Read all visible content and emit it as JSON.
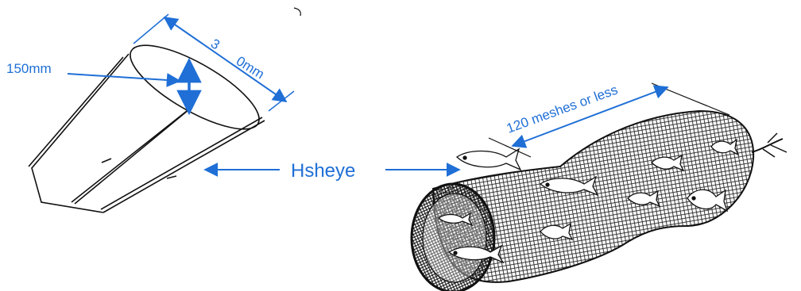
{
  "labels": {
    "dim_height": "150mm",
    "dim_length_partial": "3",
    "dim_length_unit": "0mm",
    "center": "Hsheye",
    "meshes": "120 meshes or less"
  },
  "colors": {
    "dimension": "#1f6fd6",
    "outline": "#111111",
    "net": "#222222"
  }
}
